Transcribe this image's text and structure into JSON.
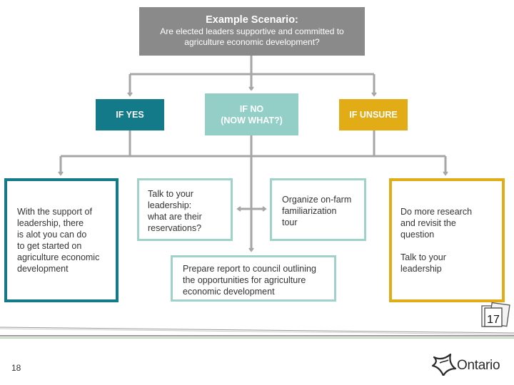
{
  "scenario": {
    "title": "Example Scenario:",
    "question_line1": "Are elected leaders supportive and committed to",
    "question_line2": "agriculture economic development?"
  },
  "decisions": {
    "yes": "IF YES",
    "no_line1": "IF NO",
    "no_line2": "(NOW WHAT?)",
    "unsure": "IF UNSURE"
  },
  "outcomes": {
    "yes_lines": [
      "With the support of",
      "leadership, there",
      "is alot you can do",
      "to get started on",
      "agriculture economic",
      "development"
    ],
    "talk_lines": [
      "Talk to your",
      "leadership:",
      "what are their",
      "reservations?"
    ],
    "organize_lines": [
      "Organize on-farm",
      "familiarization",
      "tour"
    ],
    "prepare_lines": [
      "Prepare report to council outlining",
      "the opportunities for agriculture",
      "economic development"
    ],
    "unsure_para1_lines": [
      "Do more research",
      "and revisit the",
      "question"
    ],
    "unsure_para2_lines": [
      "Talk to your",
      "leadership"
    ]
  },
  "footer": {
    "badge_number": "17",
    "page_number": "18",
    "logo_text": "Ontario"
  },
  "colors": {
    "scenario_bg": "#8a8a8a",
    "connector": "#a6a6a6",
    "teal_dark": "#137a89",
    "teal_light": "#93cfc6",
    "teal_border": "#9fd2ca",
    "gold": "#e2ac16"
  },
  "icons": {
    "badge": "page-stack-icon",
    "logo": "trillium-icon"
  }
}
